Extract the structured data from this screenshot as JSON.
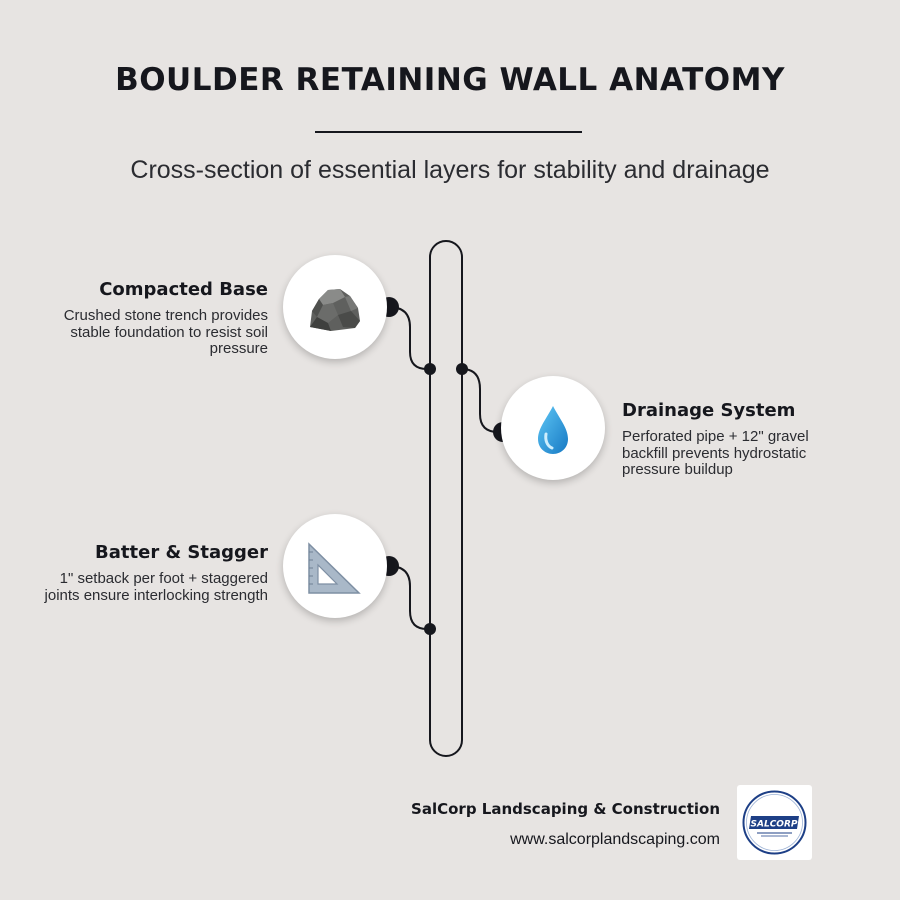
{
  "title": "BOULDER RETAINING WALL ANATOMY",
  "subtitle": "Cross-section of essential layers for stability and drainage",
  "items": [
    {
      "heading": "Compacted Base",
      "body": "Crushed stone trench provides stable foundation to resist soil pressure",
      "icon": "boulder-icon"
    },
    {
      "heading": "Drainage System",
      "body": "Perforated pipe + 12\" gravel backfill prevents hydrostatic pressure buildup",
      "icon": "water-drop-icon"
    },
    {
      "heading": "Batter & Stagger",
      "body": "1\" setback per foot + staggered joints ensure interlocking strength",
      "icon": "set-square-icon"
    }
  ],
  "footer": {
    "company": "SalCorp Landscaping & Construction",
    "url": "www.salcorplandscaping.com",
    "logo_text": "SALCORP"
  },
  "colors": {
    "background": "#e7e4e2",
    "ink": "#16171d",
    "drop": "#1e9be0",
    "rock": "#6d6e6c",
    "square": "#a9b8c8"
  }
}
